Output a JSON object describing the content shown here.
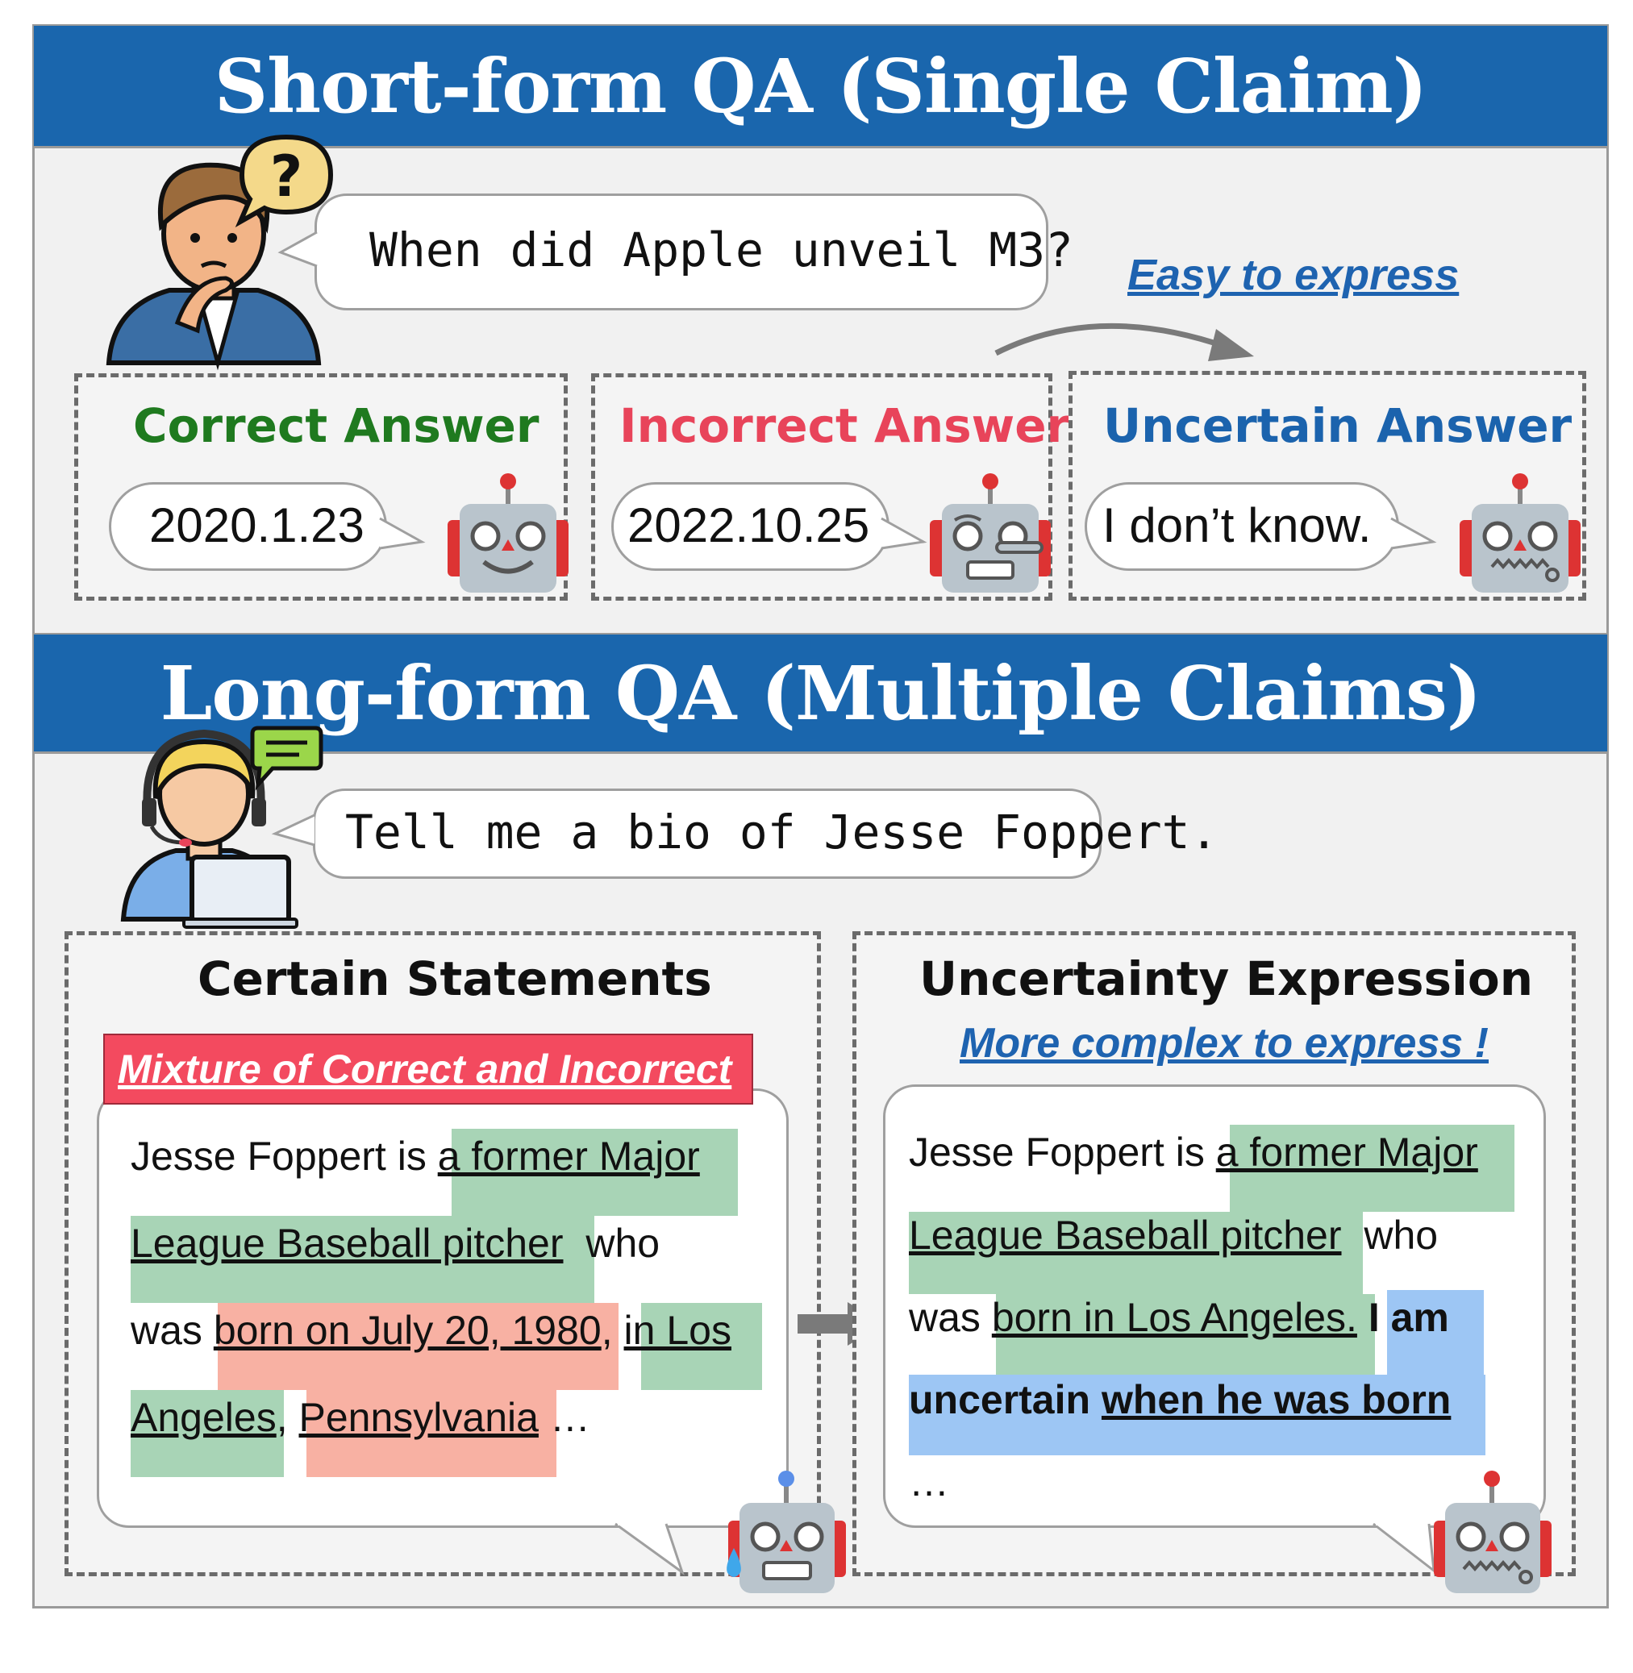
{
  "short_form": {
    "banner_title": "Short-form QA (Single Claim)",
    "question": "When did Apple unveil M3?",
    "note": "Easy to express",
    "correct": {
      "title": "Correct Answer",
      "answer": "2020.1.23",
      "color": "#1f7a1f"
    },
    "incorrect": {
      "title": "Incorrect Answer",
      "answer": "2022.10.25",
      "color": "#e8445a"
    },
    "uncertain": {
      "title": "Uncertain Answer",
      "answer": "I don’t know.",
      "color": "#1b63ad"
    }
  },
  "long_form": {
    "banner_title": "Long-form QA (Multiple Claims)",
    "question": "Tell me a bio of Jesse Foppert.",
    "certain": {
      "title": "Certain Statements",
      "tag": "Mixture of Correct and Incorrect",
      "l1_a": "Jesse Foppert is ",
      "l1_b": "a former Major",
      "l2_a": "League Baseball pitcher",
      "l2_b": " who",
      "l3_a": "was ",
      "l3_b": "born on July 20, 1980",
      "l3_c": ", ",
      "l3_d": "in Los",
      "l4_a": "Angeles",
      "l4_b": ", ",
      "l4_c": "Pennsylvania",
      "l4_d": " …"
    },
    "uncertainty": {
      "title": "Uncertainty Expression",
      "note": "More complex to express !",
      "l1_a": "Jesse Foppert is ",
      "l1_b": "a former Major",
      "l2_a": "League Baseball pitcher",
      "l2_b": " who",
      "l3_a": "was ",
      "l3_b": "born in Los Angeles.",
      "l3_c": " I am",
      "l4_a": "uncertain ",
      "l4_b": "when he was born ",
      "l5": "…"
    }
  },
  "colors": {
    "banner": "#1a66ad",
    "correct_highlight": "#a8d4b6",
    "incorrect_highlight": "#f8b1a3",
    "uncertain_highlight": "#9dc6f4",
    "tag": "#f34a5f"
  }
}
